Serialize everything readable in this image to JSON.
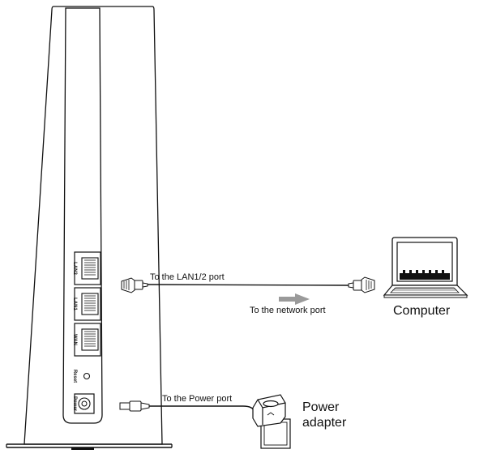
{
  "router": {
    "ports": [
      "LAN2",
      "LAN1",
      "WAN",
      "Reset",
      "Power"
    ]
  },
  "labels": {
    "lan_cable": "To the LAN1/2 port",
    "network_port": "To  the  network port",
    "power_cable": "To the Power port",
    "computer": "Computer",
    "power_adapter_line1": "Power",
    "power_adapter_line2": "adapter"
  },
  "colors": {
    "line": "#111111",
    "arrow": "#9a9a9a",
    "screen": "#111111"
  }
}
